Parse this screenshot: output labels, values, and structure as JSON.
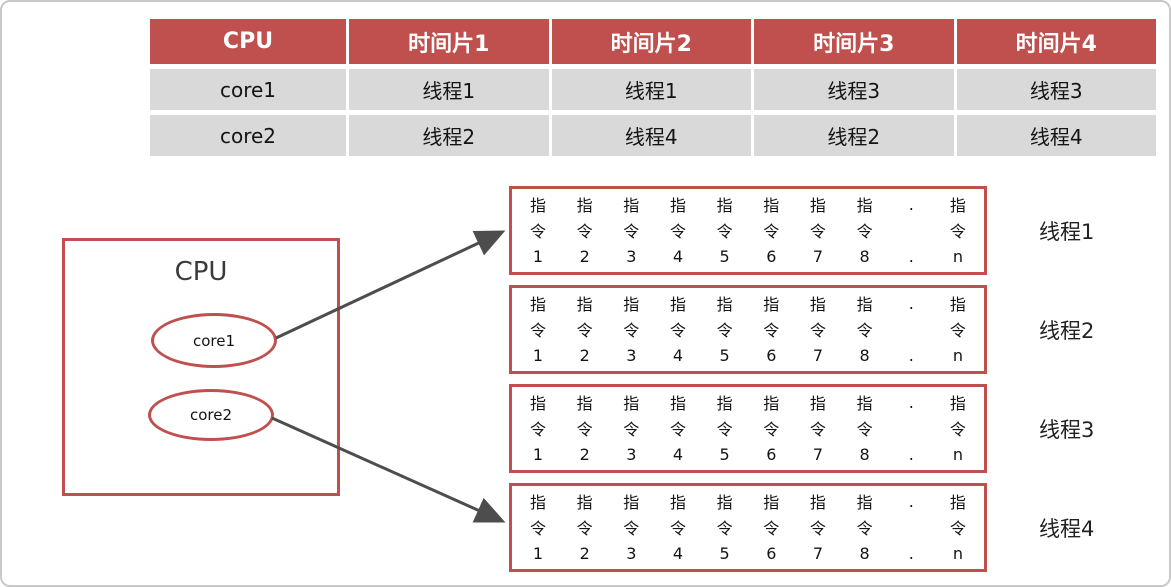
{
  "table": {
    "headers": [
      "CPU",
      "时间片1",
      "时间片2",
      "时间片3",
      "时间片4"
    ],
    "rows": [
      [
        "core1",
        "线程1",
        "线程1",
        "线程3",
        "线程3"
      ],
      [
        "core2",
        "线程2",
        "线程4",
        "线程2",
        "线程4"
      ]
    ]
  },
  "cpu_box": {
    "title": "CPU",
    "cores": [
      "core1",
      "core2"
    ]
  },
  "instruction": {
    "char_top": "指",
    "char_mid": "令",
    "indices": [
      "1",
      "2",
      "3",
      "4",
      "5",
      "6",
      "7",
      "8"
    ],
    "dots": [
      ".",
      "",
      "."
    ],
    "last": "n"
  },
  "threads": [
    "线程1",
    "线程2",
    "线程3",
    "线程4"
  ],
  "colors": {
    "accent": "#C0504D",
    "row_bg": "#D9D9D9",
    "header_text": "#FFFFFF",
    "arrow": "#4D4D4D",
    "outer_border": "#C9C9C9"
  }
}
